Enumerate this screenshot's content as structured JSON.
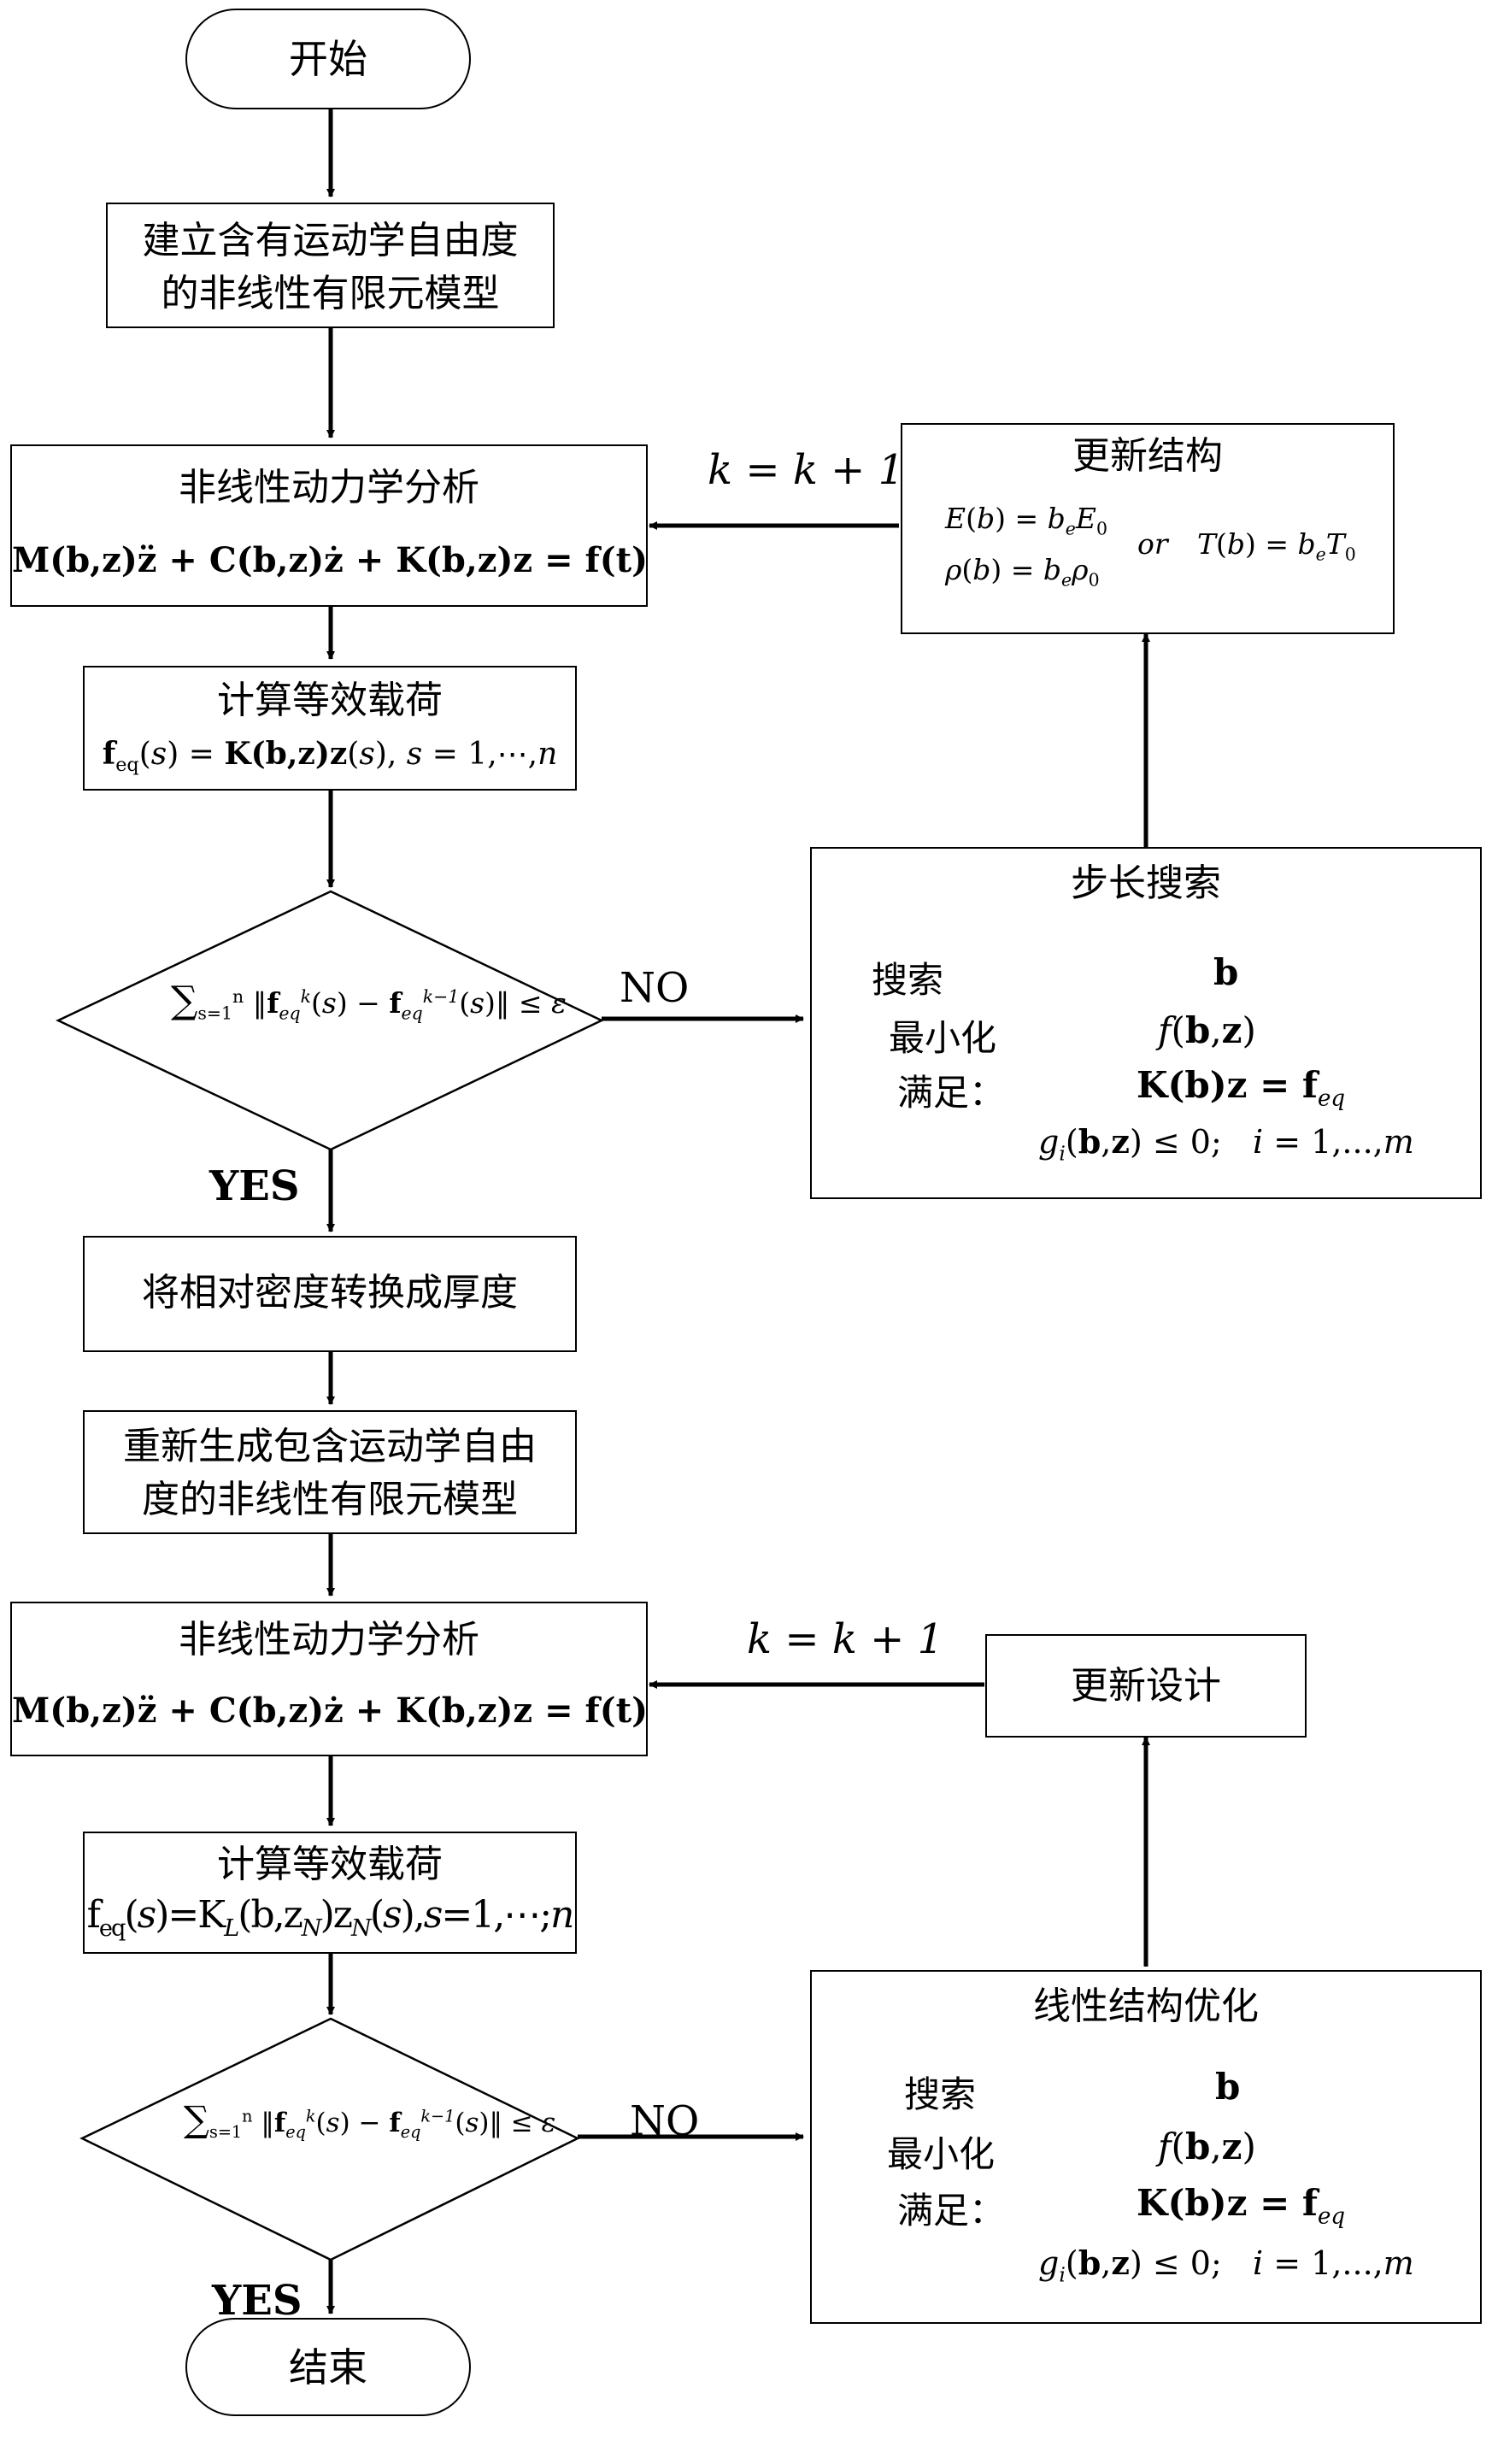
{
  "start": "开始",
  "end": "结束",
  "step1": {
    "line1": "建立含有运动学自由度",
    "line2": "的非线性有限元模型"
  },
  "analysis1": {
    "title": "非线性动力学分析",
    "equation": "M(b,z)z̈ + C(b,z)ż + K(b,z)z = f(t)"
  },
  "load1": {
    "title": "计算等效载荷",
    "equation": "f_eq(s) = K(b,z)z(s), s = 1,⋯,n"
  },
  "decision1": {
    "expression": "Σ_{s=1}^{n} ‖f_eq^k(s) − f_eq^{k−1}(s)‖ ≤ ε"
  },
  "update_structure": {
    "title": "更新结构",
    "eq_E": "E(b) = b_e E_0",
    "eq_rho": "ρ(b) = b_e ρ_0",
    "or": "or",
    "eq_T": "T(b) = b_e T_0"
  },
  "iter_label_1": "k = k + 1",
  "step_search": {
    "title": "步长搜索",
    "rows": [
      {
        "label": "搜索",
        "value": "b"
      },
      {
        "label": "最小化",
        "value": "f(b,z)"
      },
      {
        "label": "满足：",
        "value": "K(b)z = f_eq"
      }
    ],
    "constraint": "g_i(b,z) ≤ 0;   i = 1,...,m"
  },
  "no_label_1": "NO",
  "yes_label_1": "YES",
  "convert": "将相对密度转换成厚度",
  "regen": {
    "line1": "重新生成包含运动学自由",
    "line2": "度的非线性有限元模型"
  },
  "analysis2": {
    "title": "非线性动力学分析",
    "equation": "M(b,z)z̈ + C(b,z)ż + K(b,z)z = f(t)"
  },
  "load2": {
    "title": "计算等效载荷",
    "equation": "f_eq(s)=K_L(b,z_N)z_N(s),s=1,⋯;n"
  },
  "decision2": {
    "expression": "Σ_{s=1}^{n} ‖f_eq^k(s) − f_eq^{k−1}(s)‖ ≤ ε"
  },
  "update_design": "更新设计",
  "iter_label_2": "k = k + 1",
  "linear_opt": {
    "title": "线性结构优化",
    "rows": [
      {
        "label": "搜索",
        "value": "b"
      },
      {
        "label": "最小化",
        "value": "f(b,z)"
      },
      {
        "label": "满足：",
        "value": "K(b)z = f_eq"
      }
    ],
    "constraint": "g_i(b,z) ≤ 0;   i = 1,...,m"
  },
  "no_label_2": "NO",
  "yes_label_2": "YES"
}
